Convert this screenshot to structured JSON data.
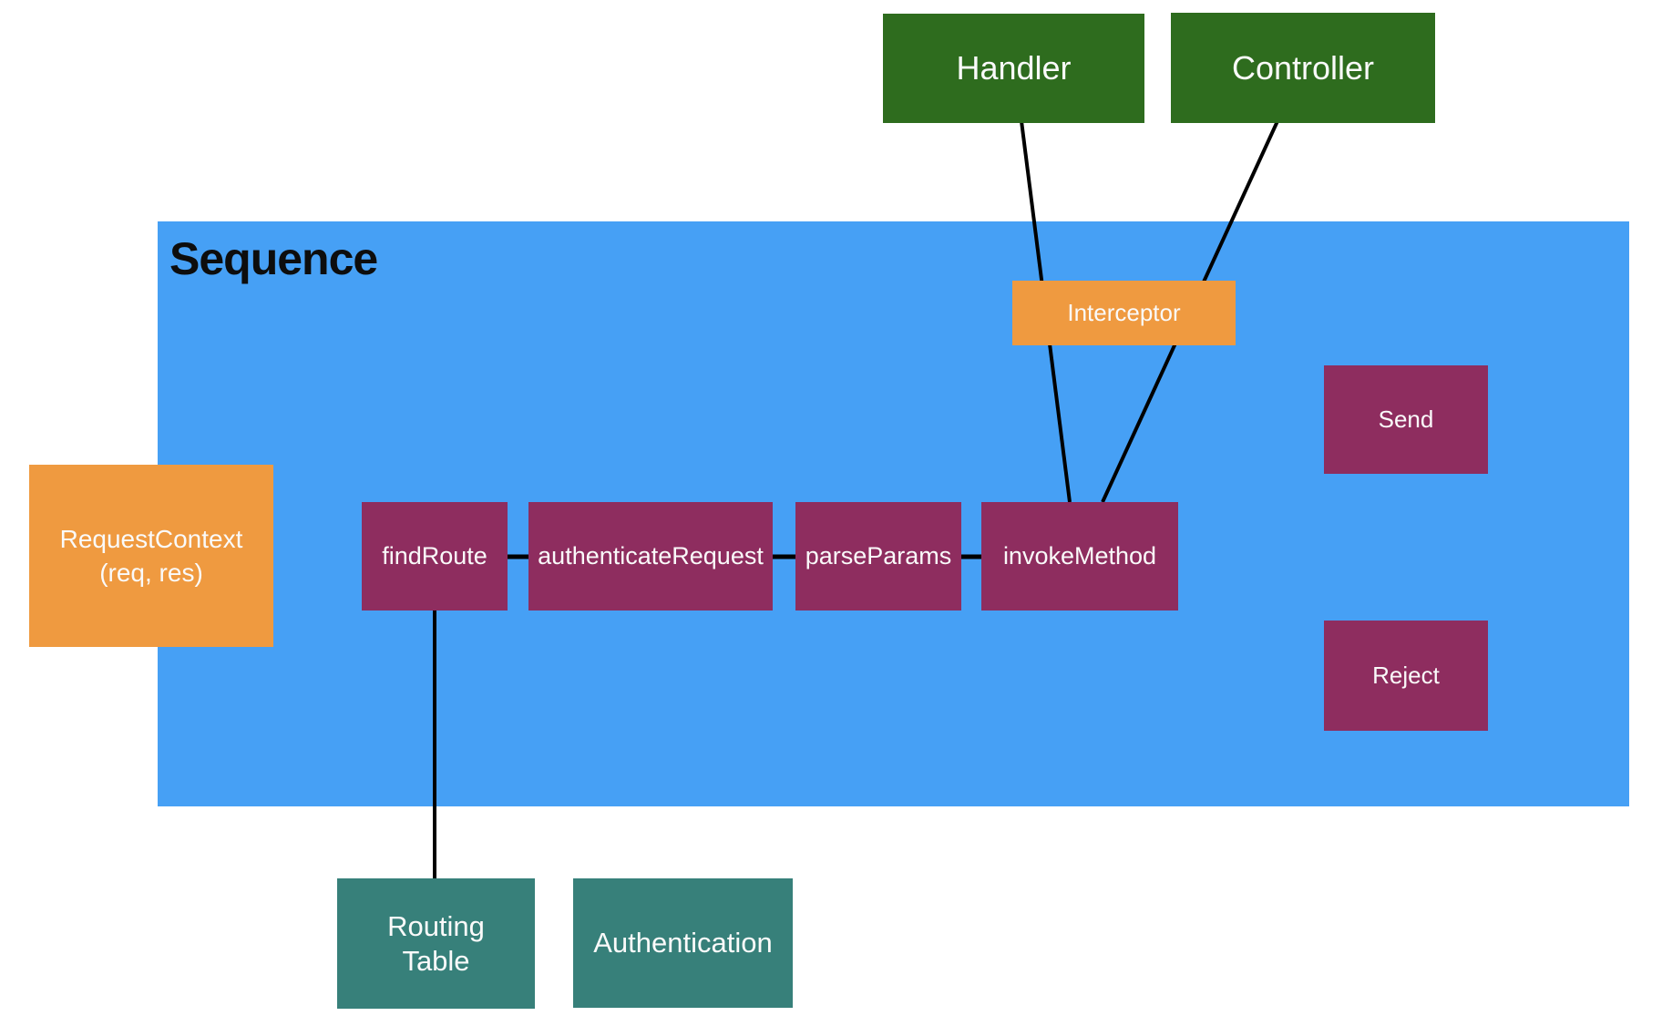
{
  "diagram": {
    "title": "Sequence",
    "nodes": {
      "handler": {
        "label": "Handler"
      },
      "controller": {
        "label": "Controller"
      },
      "interceptor": {
        "label": "Interceptor"
      },
      "request_context": {
        "line1": "RequestContext",
        "line2": "(req, res)"
      },
      "find_route": {
        "label": "findRoute"
      },
      "authenticate_request": {
        "label": "authenticateRequest"
      },
      "parse_params": {
        "label": "parseParams"
      },
      "invoke_method": {
        "label": "invokeMethod"
      },
      "send": {
        "label": "Send"
      },
      "reject": {
        "label": "Reject"
      },
      "routing_table": {
        "line1": "Routing",
        "line2": "Table"
      },
      "authentication": {
        "label": "Authentication"
      }
    },
    "edges": [
      {
        "from": "Handler",
        "to": "invokeMethod"
      },
      {
        "from": "Controller",
        "to": "invokeMethod"
      },
      {
        "from": "findRoute",
        "to": "Routing Table"
      },
      {
        "from": "findRoute",
        "to": "authenticateRequest"
      },
      {
        "from": "authenticateRequest",
        "to": "parseParams"
      },
      {
        "from": "parseParams",
        "to": "invokeMethod"
      }
    ],
    "colors": {
      "green": "#2E6C1E",
      "blue": "#46A0F5",
      "orange": "#EF9A40",
      "maroon": "#8E2D5F",
      "teal": "#37807A",
      "edge": "#000000"
    }
  }
}
